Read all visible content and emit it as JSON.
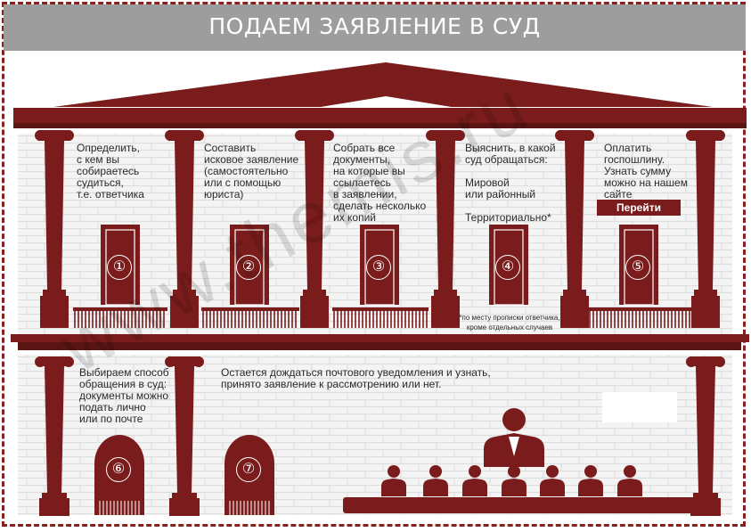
{
  "title": "ПОДАЕМ ЗАЯВЛЕНИЕ В СУД",
  "watermark": "www.themis.ru",
  "colors": {
    "accent": "#7a1c1c",
    "banner": "#9d9d9d",
    "brick": "#e4e4e4",
    "text": "#2a2a2a"
  },
  "steps": [
    {
      "number": "①",
      "text": "Определить,\nс кем вы\nсобираетесь\nсудиться,\nт.е. ответчика"
    },
    {
      "number": "②",
      "text": "Составить\nисковое заявление\n(самостоятельно\nили с помощью\nюриста)"
    },
    {
      "number": "③",
      "text": "Собрать все\nдокументы,\nна которые вы\nссылаетесь\nв заявлении,\nсделать несколько\nих копий"
    },
    {
      "number": "④",
      "text": "Выяснить, в какой\nсуд обращаться:\n\nМировой\nили районный\n\nТерриториально*"
    },
    {
      "number": "⑤",
      "text": "Оплатить\nгоспошлину.\nУзнать сумму\nможно на нашем\nсайте"
    },
    {
      "number": "⑥",
      "text": "Выбираем способ\nобращения в суд:\nдокументы можно\nподать лично\nили по почте"
    },
    {
      "number": "⑦",
      "text": "Остается дождаться почтового уведомления и узнать,\nпринято заявление к рассмотрению или нет."
    }
  ],
  "footnote": "*по месту прописки ответчика,\nкроме отдельных случаев",
  "button_label": "Перейти"
}
